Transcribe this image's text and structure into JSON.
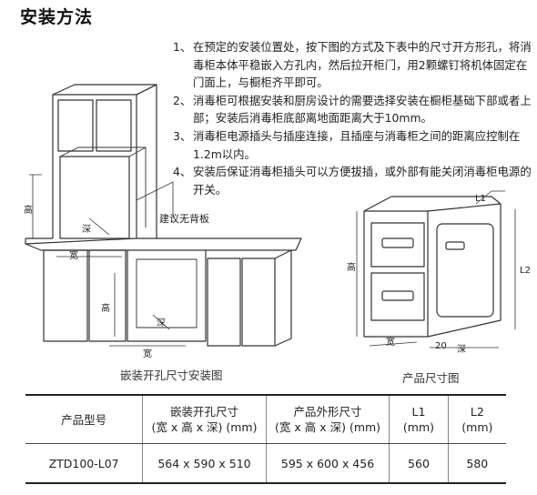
{
  "title": "安装方法",
  "steps": [
    {
      "num": "1、",
      "text": "在预定的安装位置处，按下图的方式及下表中的尺寸开方形孔，将消毒柜本体平稳嵌入方孔内，然后拉开柜门，用2颗螺钉将机体固定在门面上，与橱柜齐平即可。"
    },
    {
      "num": "2、",
      "text": "消毒柜可根据安装和厨房设计的需要选择安装在橱柜基础下部或者上部；安装后消毒柜底部离地面距离大于10mm。"
    },
    {
      "num": "3、",
      "text": "消毒柜电源插头与插座连接，且插座与消毒柜之间的距离应控制在1.2m以内。"
    },
    {
      "num": "4、",
      "text": "安装后保证消毒柜插头可以方便拔插，或外部有能关闭消毒柜电源的开关。"
    }
  ],
  "figure_left": {
    "caption": "嵌装开孔尺寸安装图",
    "note": "建议无背板",
    "label_height_upper": "高",
    "label_depth_upper": "深",
    "label_width_upper": "宽",
    "label_height_lower": "高",
    "label_depth_lower": "深",
    "label_width_lower": "宽"
  },
  "figure_right": {
    "caption": "产品尺寸图",
    "label_l1": "L1",
    "label_l2": "L2",
    "label_height": "高",
    "label_width": "宽",
    "label_gap": "20",
    "label_depth": "深"
  },
  "table": {
    "headers": [
      {
        "line1": "产品型号",
        "line2": ""
      },
      {
        "line1": "嵌装开孔尺寸",
        "line2": "(宽 x 高 x 深) (mm)"
      },
      {
        "line1": "产品外形尺寸",
        "line2": "(宽 x 高 x 深) (mm)"
      },
      {
        "line1": "L1",
        "line2": "(mm)"
      },
      {
        "line1": "L2",
        "line2": "(mm)"
      }
    ],
    "rows": [
      [
        "ZTD100-L07",
        "564 x 590 x 510",
        "595 x 600 x 456",
        "560",
        "580"
      ]
    ]
  }
}
